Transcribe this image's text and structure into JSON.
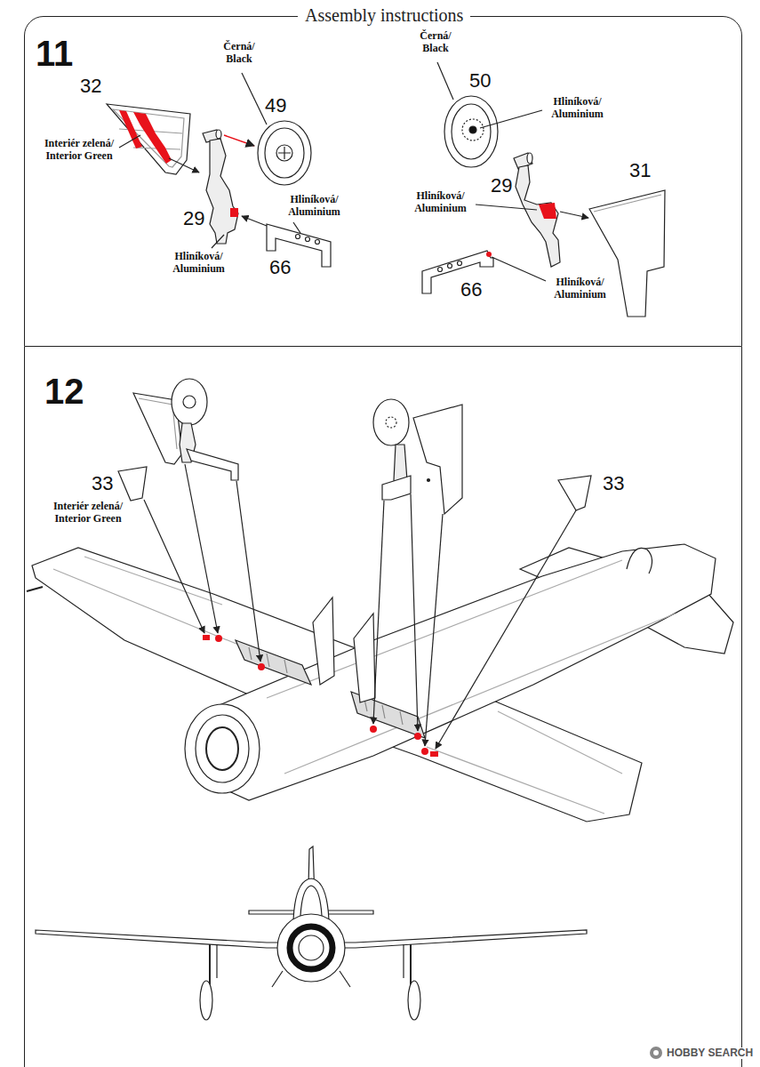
{
  "diagram": {
    "title": "Assembly instructions",
    "nodes": [
      {
        "text": [
          "11"
        ]
      },
      {
        "text": [
          "12"
        ]
      }
    ],
    "edges": [],
    "labels": [
      "32",
      "Černá/ Black",
      "49",
      "Interiér zelená/ Interior Green",
      "29",
      "Hliníková/ Aluminium",
      "Hliníková/ Aluminium",
      "66",
      "Černá/ Black",
      "50",
      "Hliníková/ Aluminium",
      "29",
      "Hliníková/ Aluminium",
      "31",
      "66",
      "Hliníková/ Aluminium",
      "33",
      "Interiér zelená/ Interior Green",
      "33",
      "HOBBY SEARCH"
    ]
  }
}
